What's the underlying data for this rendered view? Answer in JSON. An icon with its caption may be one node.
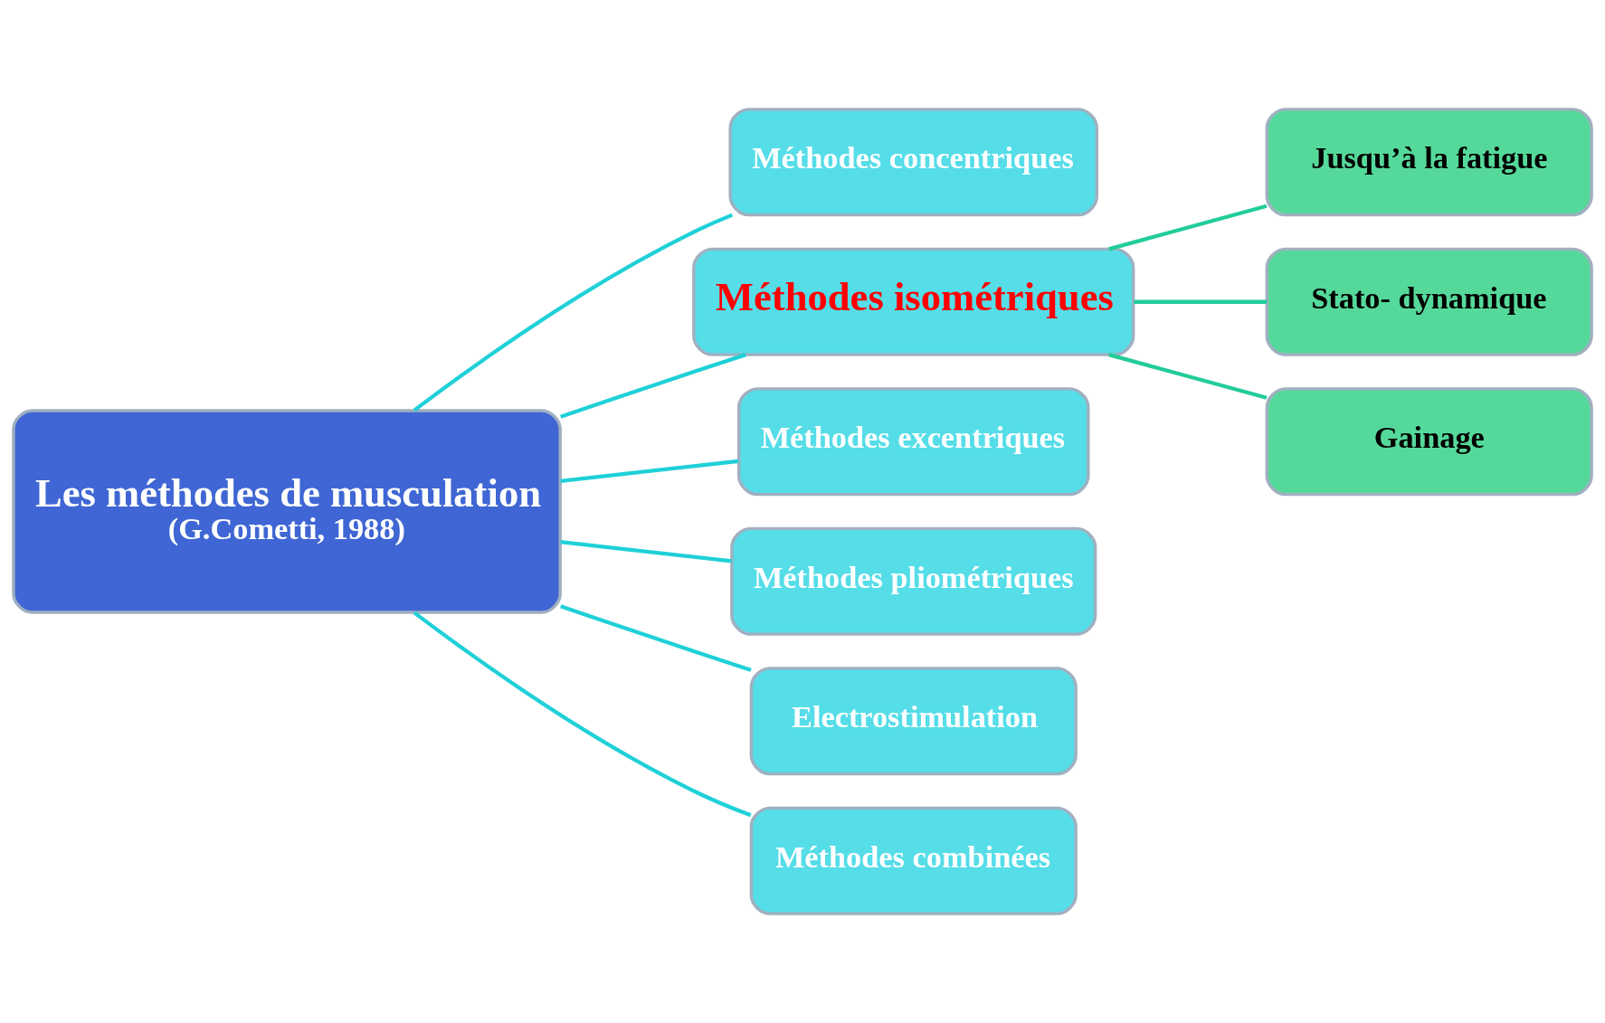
{
  "diagram": {
    "nodes": [
      {
        "text": [
          "Les méthodes de musculation",
          "(G.Cometti, 1988)"
        ]
      },
      {
        "text": [
          "Méthodes concentriques"
        ]
      },
      {
        "text": [
          "Méthodes isométriques"
        ]
      },
      {
        "text": [
          "Méthodes excentriques"
        ]
      },
      {
        "text": [
          "Méthodes pliométriques"
        ]
      },
      {
        "text": [
          "Electrostimulation"
        ]
      },
      {
        "text": [
          "Méthodes combinées"
        ]
      },
      {
        "text": [
          "Jusqu’à la fatigue"
        ]
      },
      {
        "text": [
          "Stato- dynamique"
        ]
      },
      {
        "text": [
          "Gainage"
        ]
      }
    ],
    "edges": [
      {
        "from": 0,
        "to": 1,
        "arrow": "none"
      },
      {
        "from": 0,
        "to": 2,
        "arrow": "none"
      },
      {
        "from": 0,
        "to": 3,
        "arrow": "none"
      },
      {
        "from": 0,
        "to": 4,
        "arrow": "none"
      },
      {
        "from": 0,
        "to": 5,
        "arrow": "none"
      },
      {
        "from": 0,
        "to": 6,
        "arrow": "none"
      },
      {
        "from": 2,
        "to": 7,
        "arrow": "none",
        "color": "#22cc99"
      },
      {
        "from": 2,
        "to": 8,
        "arrow": "none",
        "color": "#22cc99"
      },
      {
        "from": 2,
        "to": 9,
        "arrow": "none",
        "color": "#22cc99"
      }
    ]
  }
}
